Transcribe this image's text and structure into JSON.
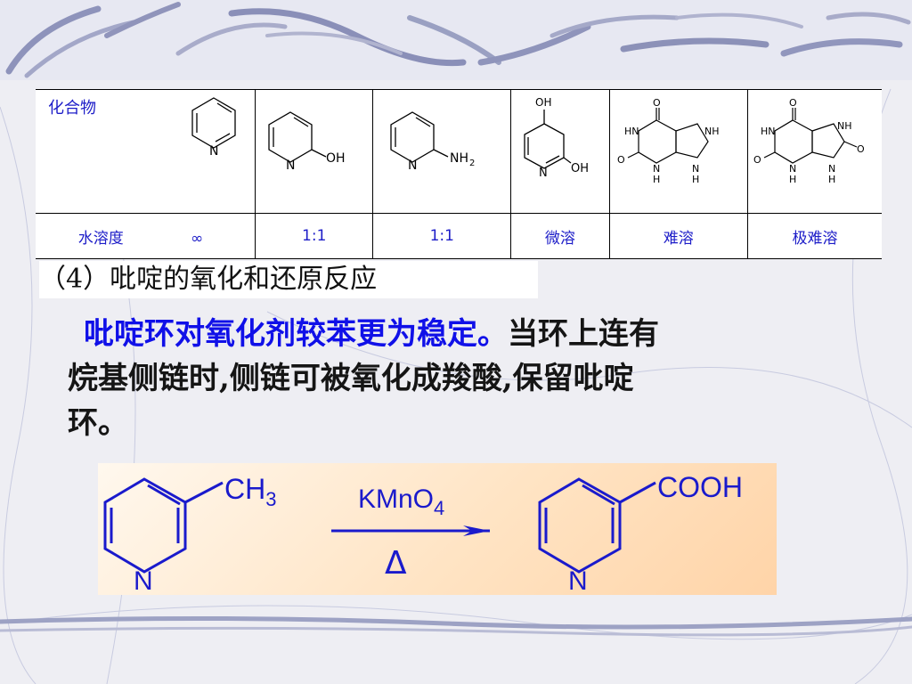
{
  "table": {
    "header_label": "化合物",
    "row_label": "水溶度",
    "compounds": [
      {
        "name": "pyridine",
        "solubility": "∞"
      },
      {
        "name": "2-hydroxypyridine",
        "substituent": "OH",
        "solubility": "1:1"
      },
      {
        "name": "2-aminopyridine",
        "substituent": "NH2",
        "solubility": "1:1"
      },
      {
        "name": "dihydroxypyridine",
        "substituent": "OH",
        "solubility": "微溶"
      },
      {
        "name": "xanthine",
        "solubility": "难溶"
      },
      {
        "name": "uric-acid",
        "solubility": "极难溶"
      }
    ]
  },
  "section": {
    "heading": "（4）吡啶的氧化和还原反应",
    "para_blue": "吡啶环对氧化剂较苯更为稳定。",
    "para_line1_rest": "当环上连有",
    "para_line2": "烷基侧链时,侧链可被氧化成羧酸,保留吡啶",
    "para_line3": "环。"
  },
  "reaction": {
    "reactant_group": "CH3",
    "reagent": "KMnO4",
    "condition": "Δ",
    "product_group": "COOH",
    "ring_atom": "N"
  },
  "colors": {
    "table_text": "#1d1dc8",
    "highlight": "#1010e8",
    "background": "#eeeef3"
  }
}
